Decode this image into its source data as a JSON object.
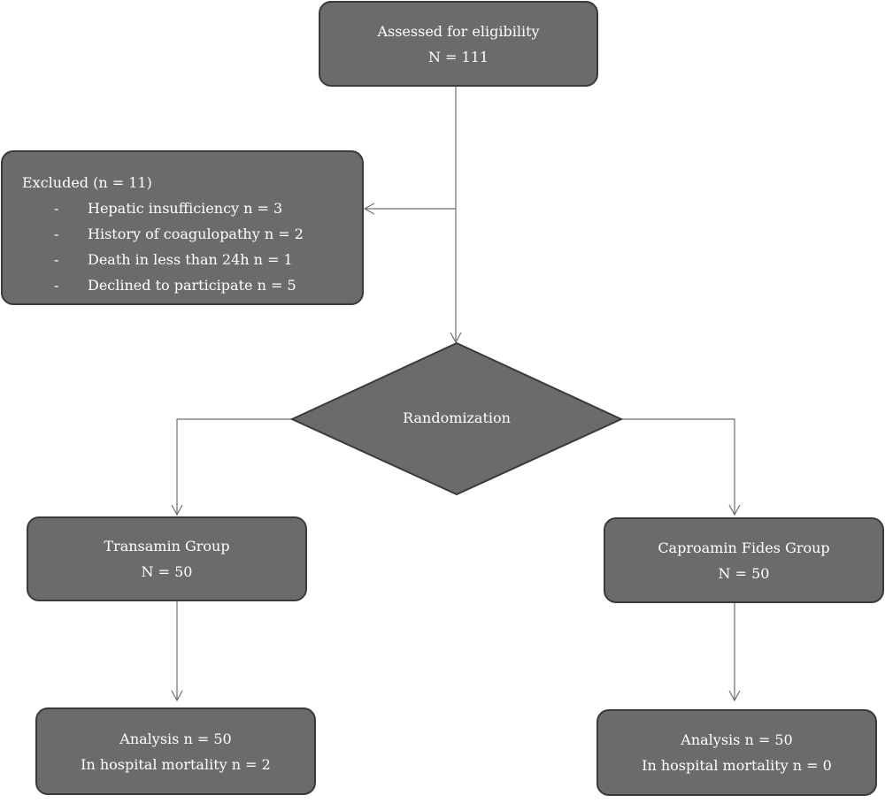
{
  "assessed": {
    "line1": "Assessed for eligibility",
    "line2": "N = 111"
  },
  "excluded": {
    "title": "Excluded (n = 11)",
    "items": [
      "Hepatic insufficiency n = 3",
      "History of coagulopathy n = 2",
      "Death in less than 24h n = 1",
      "Declined to participate n = 5"
    ],
    "bullet": "-"
  },
  "randomization": {
    "label": "Randomization"
  },
  "transamin": {
    "line1": "Transamin Group",
    "line2": "N = 50"
  },
  "caproamin": {
    "line1": "Caproamin Fides Group",
    "line2": "N = 50"
  },
  "analysis_left": {
    "line1": "Analysis n = 50",
    "line2": "In hospital mortality n = 2"
  },
  "analysis_right": {
    "line1": "Analysis n = 50",
    "line2": "In hospital mortality n = 0"
  },
  "colors": {
    "box_fill": "#6b6b6b",
    "box_border": "#3a3a3a",
    "connector": "#6e6e6e",
    "text": "#ffffff"
  }
}
